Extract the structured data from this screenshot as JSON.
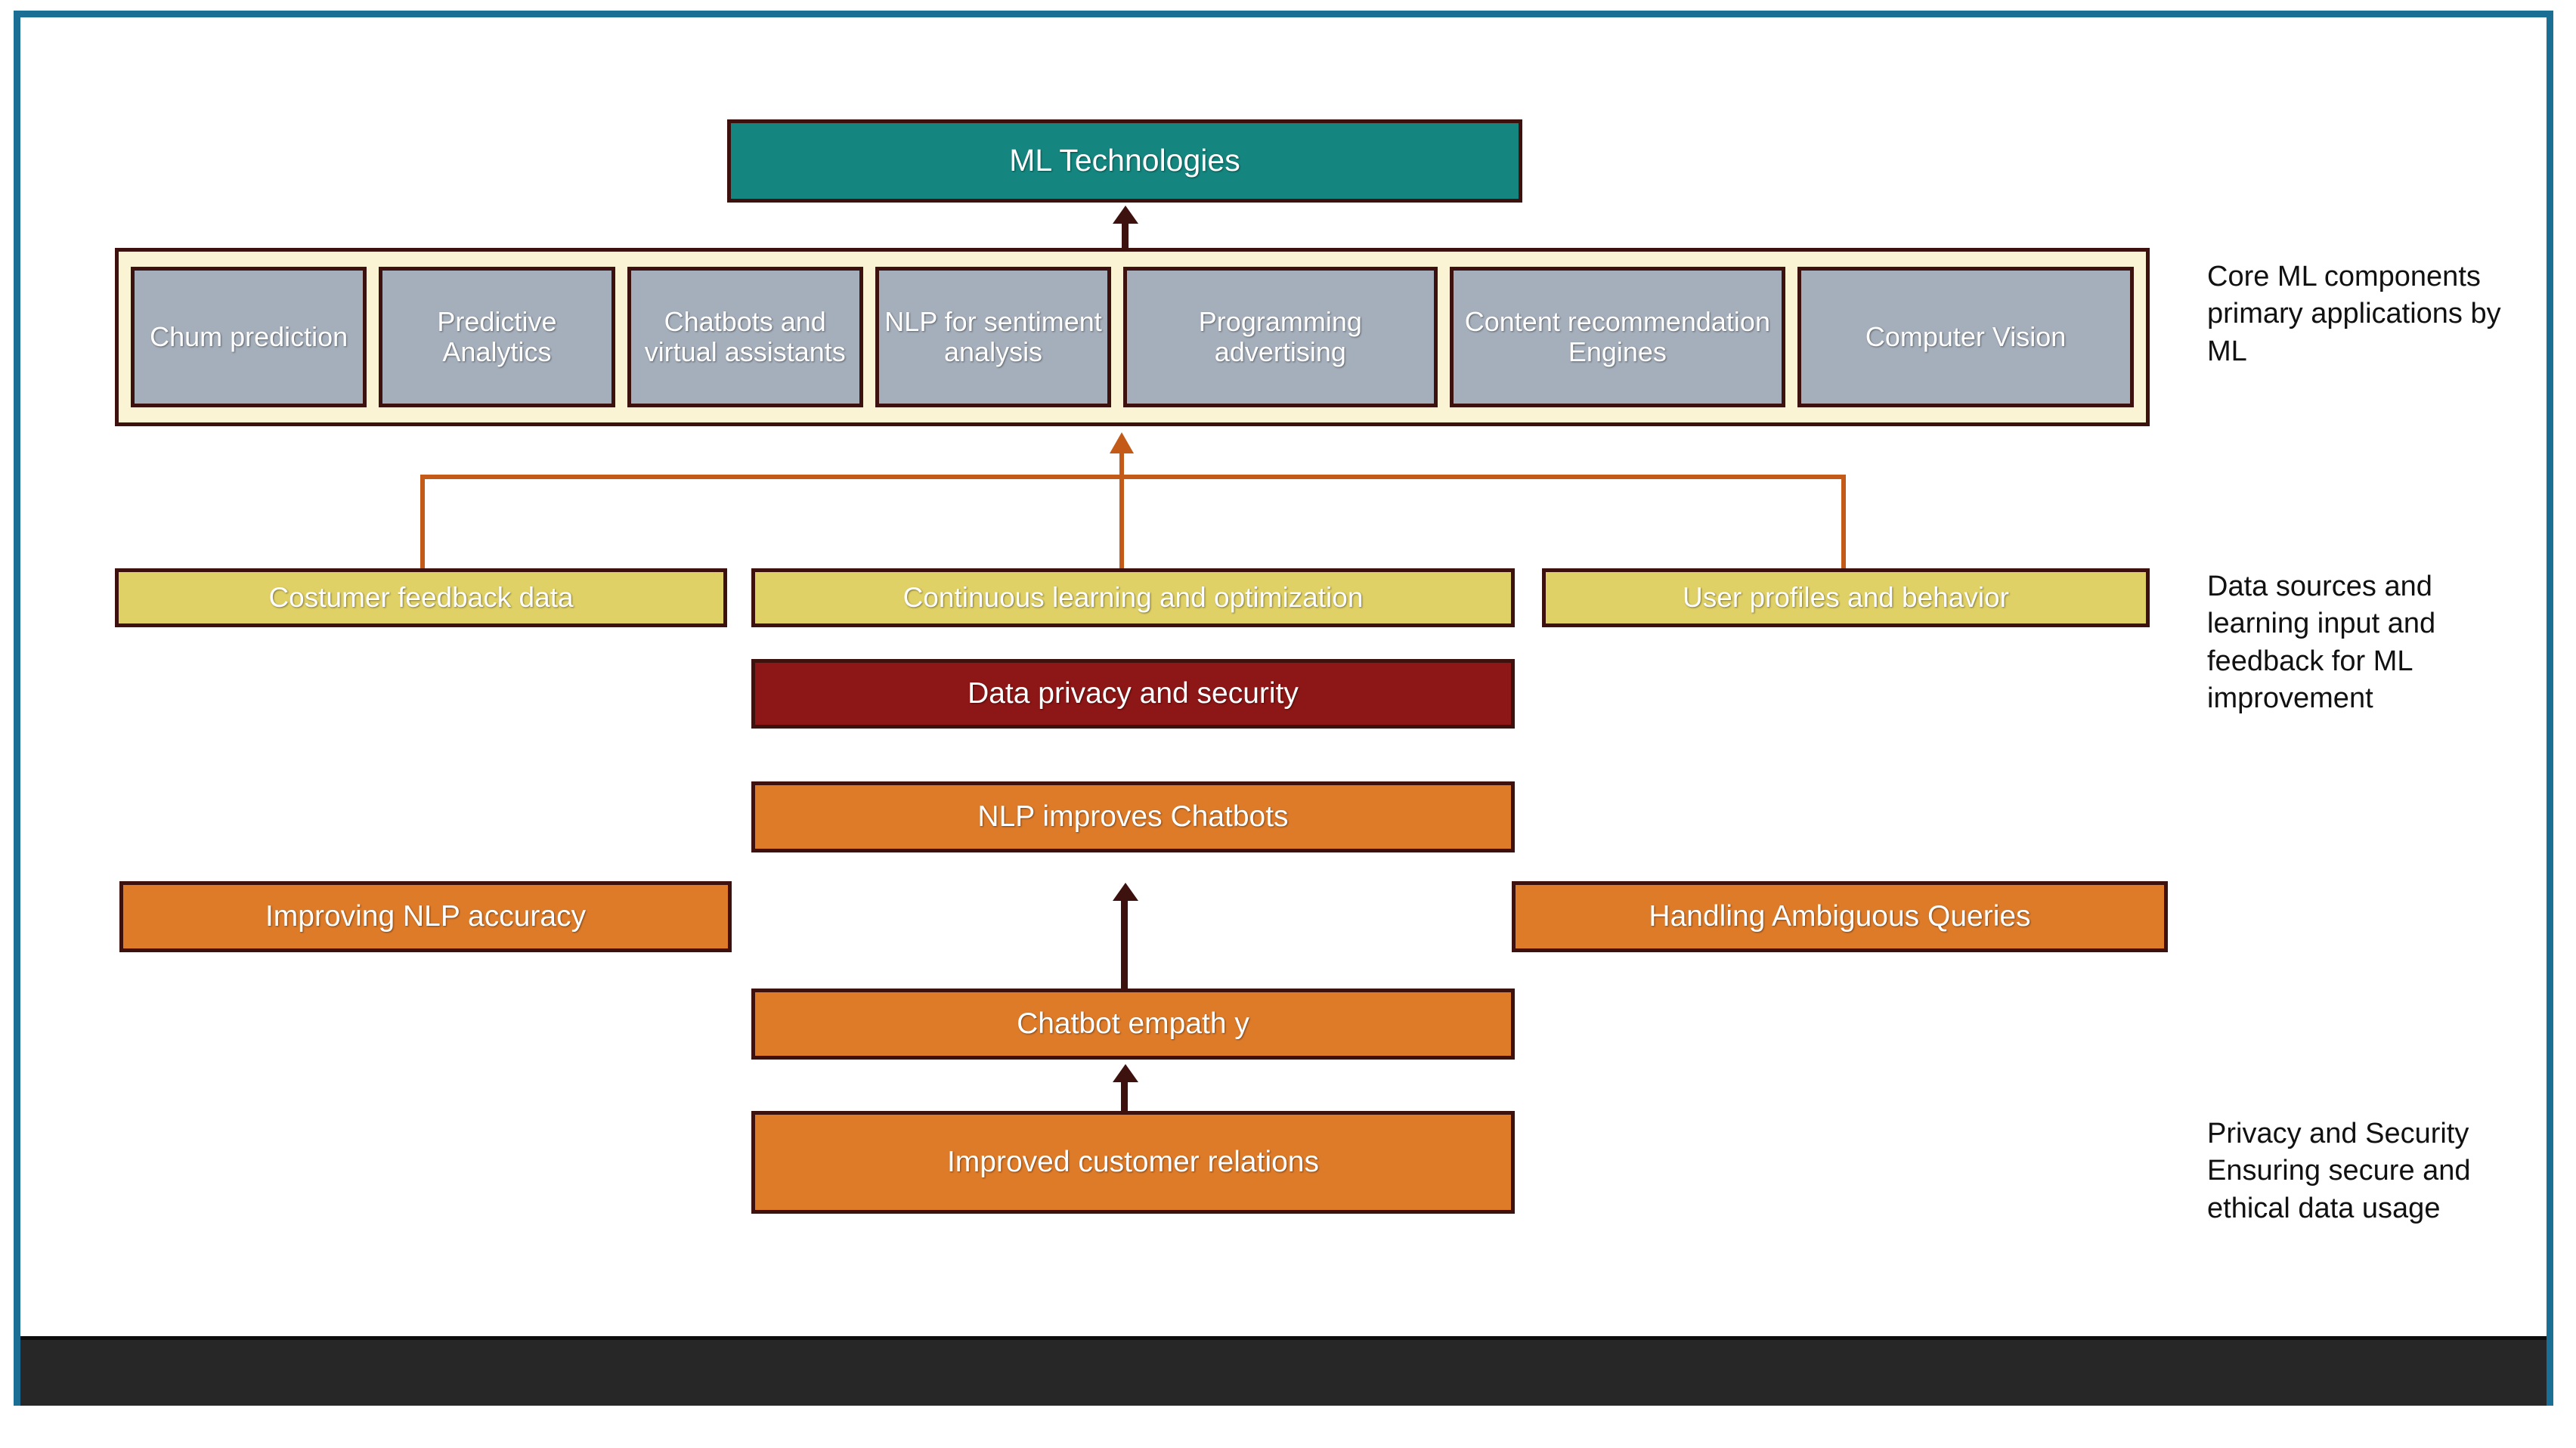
{
  "diagram": {
    "title_box": {
      "label": "ML Technologies"
    },
    "components_row": {
      "items": [
        {
          "label": "Chum prediction"
        },
        {
          "label": "Predictive Analytics"
        },
        {
          "label": "Chatbots and virtual assistants"
        },
        {
          "label": "NLP for sentiment analysis"
        },
        {
          "label": "Programming advertising"
        },
        {
          "label": "Content recommendation Engines"
        },
        {
          "label": "Computer Vision"
        }
      ]
    },
    "data_sources": [
      {
        "label": "Costumer feedback data"
      },
      {
        "label": "Continuous learning and optimization"
      },
      {
        "label": "User profiles and behavior"
      }
    ],
    "privacy_box": {
      "label": "Data privacy and security"
    },
    "outcome_boxes": {
      "nlp_improves_chatbots": "NLP improves  Chatbots",
      "improving_nlp_accuracy": "Improving NLP accuracy",
      "handling_ambiguous_queries": "Handling Ambiguous Queries",
      "chatbot_empathy": "Chatbot empath y",
      "improved_customer_relations": "Improved customer relations"
    },
    "annotations": {
      "core_ml": "Core ML components primary applications by ML",
      "data_sources": "Data sources and learning input and feedback for ML improvement",
      "privacy_security": "Privacy and Security Ensuring secure and ethical data usage"
    },
    "colors": {
      "frame": "#1b6e94",
      "title_box": "#14867f",
      "components_strip": "#fbf4d4",
      "component": "#a5afbb",
      "data_source": "#e0d166",
      "privacy": "#8d1616",
      "orange": "#de7b29",
      "connector": "#c35a17",
      "border_dark": "#3d120e",
      "footer_bar": "#272727"
    }
  }
}
